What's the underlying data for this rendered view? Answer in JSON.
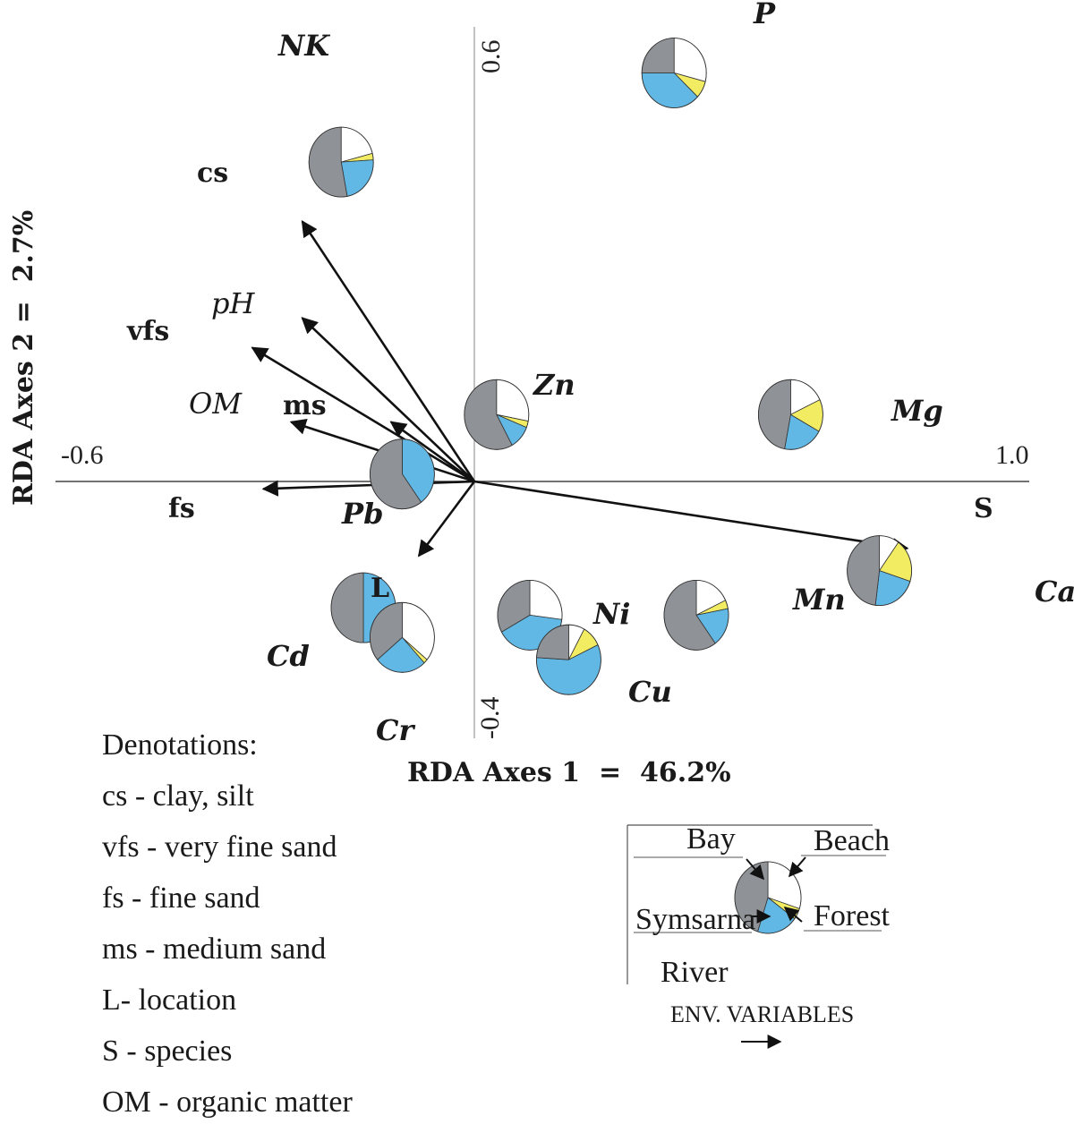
{
  "chart_data": {
    "type": "scatter",
    "xlabel": "RDA Axes 1  =  46.2%",
    "ylabel": "RDA Axes 2 =  2.7%",
    "xlim": [
      -0.6,
      1.0
    ],
    "ylim": [
      -0.4,
      0.6
    ],
    "ticks": {
      "x_min": "-0.6",
      "x_max": "1.0",
      "y_max": "0.6",
      "y_min": "-0.4"
    },
    "pie_categories": [
      "Bay",
      "Beach",
      "Forest",
      "Symsarna River"
    ],
    "pie_colors": {
      "Bay": "#8f9296",
      "Beach": "#ffffff",
      "Forest": "#f2ec62",
      "Symsarna River": "#62b8e4"
    },
    "arrows": [
      {
        "label": "cs",
        "x": -0.31,
        "y": 0.35
      },
      {
        "label": "pH",
        "x": -0.31,
        "y": 0.22
      },
      {
        "label": "vfs",
        "x": -0.4,
        "y": 0.18
      },
      {
        "label": "OM",
        "x": -0.33,
        "y": 0.08
      },
      {
        "label": "ms",
        "x": -0.15,
        "y": 0.08
      },
      {
        "label": "fs",
        "x": -0.38,
        "y": -0.01
      },
      {
        "label": "L",
        "x": -0.1,
        "y": -0.1
      },
      {
        "label": "S",
        "x": 0.78,
        "y": -0.09
      }
    ],
    "points": [
      {
        "label": "NK",
        "x": -0.24,
        "y": 0.43,
        "shares": [
          0.53,
          0.21,
          0.03,
          0.23
        ]
      },
      {
        "label": "P",
        "x": 0.36,
        "y": 0.55,
        "shares": [
          0.25,
          0.29,
          0.08,
          0.38
        ]
      },
      {
        "label": "Zn",
        "x": 0.04,
        "y": 0.09,
        "shares": [
          0.58,
          0.28,
          0.03,
          0.11
        ]
      },
      {
        "label": "Mg",
        "x": 0.57,
        "y": 0.09,
        "shares": [
          0.47,
          0.18,
          0.15,
          0.2
        ]
      },
      {
        "label": "Pb",
        "x": -0.13,
        "y": 0.01,
        "shares": [
          0.6,
          0.0,
          0.0,
          0.4
        ]
      },
      {
        "label": "Ca",
        "x": 0.73,
        "y": -0.12,
        "shares": [
          0.48,
          0.1,
          0.2,
          0.22
        ]
      },
      {
        "label": "Ni",
        "x": 0.1,
        "y": -0.18,
        "shares": [
          0.33,
          0.27,
          0.0,
          0.4
        ]
      },
      {
        "label": "Mn",
        "x": 0.4,
        "y": -0.18,
        "shares": [
          0.6,
          0.18,
          0.04,
          0.18
        ]
      },
      {
        "label": "Cd",
        "x": -0.2,
        "y": -0.17,
        "shares": [
          0.5,
          0.0,
          0.0,
          0.5
        ]
      },
      {
        "label": "Cr",
        "x": -0.13,
        "y": -0.21,
        "shares": [
          0.36,
          0.36,
          0.02,
          0.26
        ]
      },
      {
        "label": "Cu",
        "x": 0.17,
        "y": -0.24,
        "shares": [
          0.24,
          0.08,
          0.1,
          0.58
        ]
      }
    ]
  },
  "denotations": {
    "title": "Denotations:",
    "items": [
      "cs - clay, silt",
      "vfs - very fine sand",
      "fs - fine sand",
      "ms - medium sand",
      "L- location",
      "S - species",
      "OM - organic matter"
    ]
  },
  "legend": {
    "bay": "Bay",
    "beach": "Beach",
    "forest": "Forest",
    "river_1": "Symsarna",
    "river_2": "River",
    "env": "ENV. VARIABLES"
  }
}
